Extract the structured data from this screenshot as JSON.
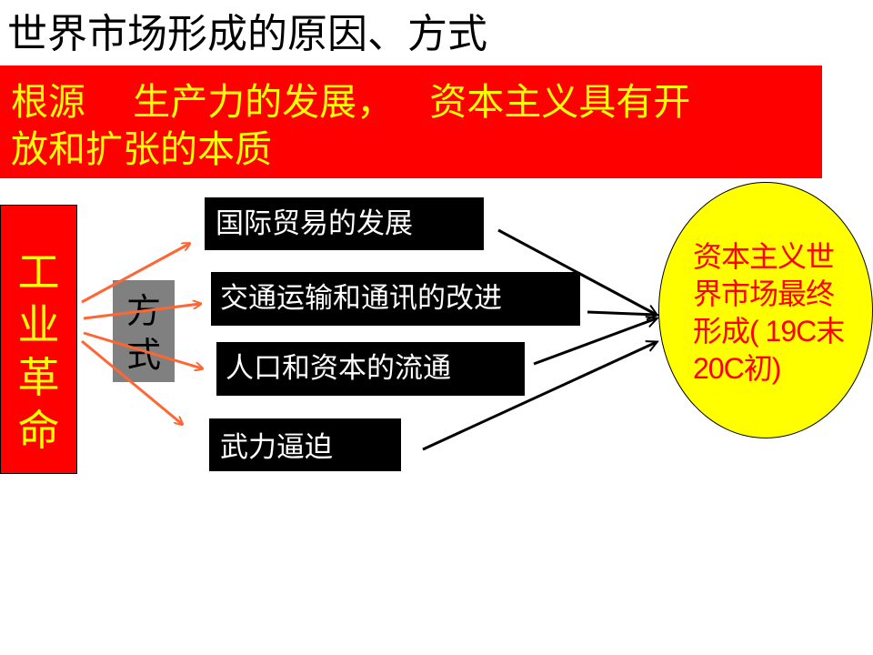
{
  "title": "世界市场形成的原因、方式",
  "root": {
    "label": "根源",
    "line1_rest": "生产力的发展，",
    "line1_tail": "资本主义具有开",
    "line2": "放和扩张的本质"
  },
  "industrial_revolution": [
    "工",
    "业",
    "革",
    "命"
  ],
  "method": [
    "方",
    "式"
  ],
  "ways": [
    "国际贸易的发展",
    "交通运输和通讯的改进",
    "人口和资本的流通",
    "武力逼迫"
  ],
  "result": {
    "line1": "资本主义世",
    "line2": "界市场最终",
    "line3": "形成( 19C末",
    "line4": "20C初)"
  },
  "colors": {
    "red": "#ff0000",
    "yellow": "#ffff00",
    "gray": "#808080",
    "arrow_orange": "#ff6633",
    "black": "#000000"
  }
}
